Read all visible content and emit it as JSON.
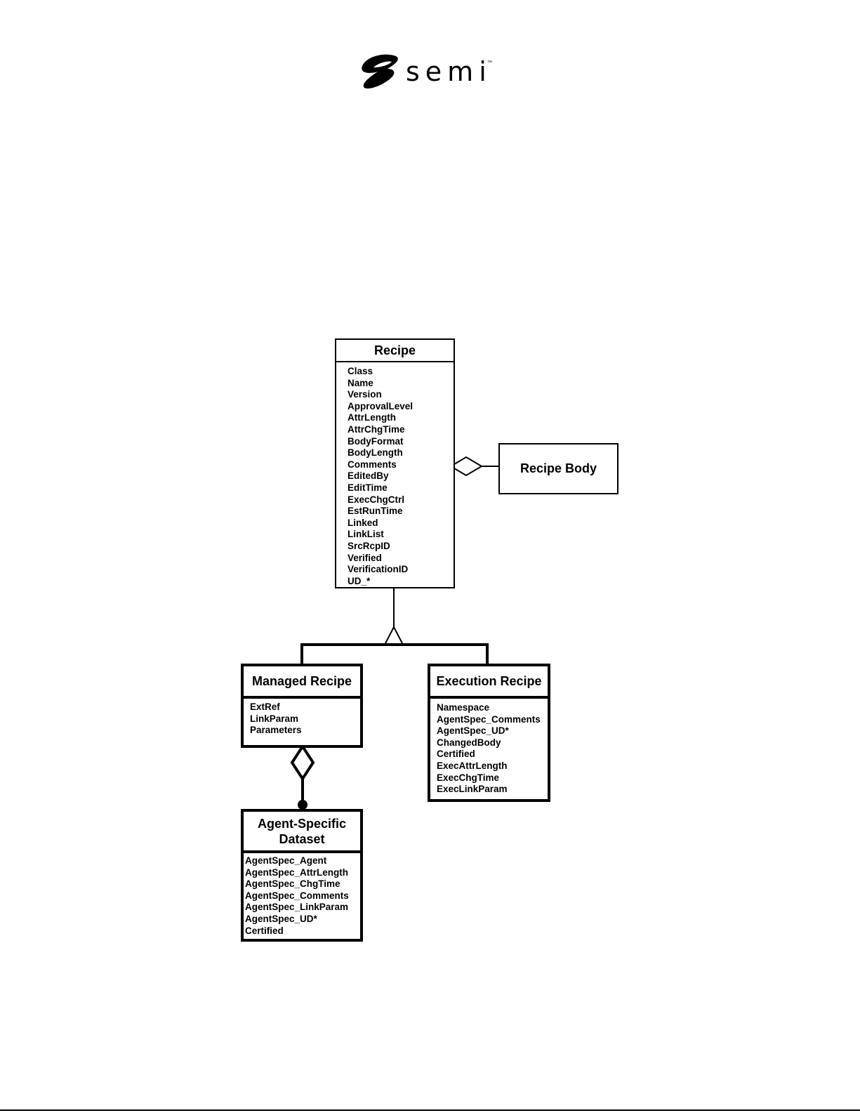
{
  "logo": {
    "text": "semi",
    "trademark": "™",
    "mark": "semi-swoosh-logo"
  },
  "diagram": {
    "recipe": {
      "title": "Recipe",
      "attributes": [
        "Class",
        "Name",
        "Version",
        "ApprovalLevel",
        "AttrLength",
        "AttrChgTime",
        "BodyFormat",
        "BodyLength",
        "Comments",
        "EditedBy",
        "EditTime",
        "ExecChgCtrl",
        "EstRunTime",
        "Linked",
        "LinkList",
        "SrcRcpID",
        "Verified",
        "VerificationID",
        "UD_*"
      ]
    },
    "recipe_body": {
      "title": "Recipe Body"
    },
    "managed_recipe": {
      "title": "Managed Recipe",
      "attributes": [
        "ExtRef",
        "LinkParam",
        "Parameters"
      ]
    },
    "execution_recipe": {
      "title": "Execution Recipe",
      "attributes": [
        "Namespace",
        "AgentSpec_Comments",
        "AgentSpec_UD*",
        "ChangedBody",
        "Certified",
        "ExecAttrLength",
        "ExecChgTime",
        "ExecLinkParam"
      ]
    },
    "agent_specific_dataset": {
      "title_line1": "Agent-Specific",
      "title_line2": "Dataset",
      "attributes": [
        "AgentSpec_Agent",
        "AgentSpec_AttrLength",
        "AgentSpec_ChgTime",
        "AgentSpec_Comments",
        "AgentSpec_LinkParam",
        "AgentSpec_UD*",
        "Certified"
      ]
    }
  }
}
